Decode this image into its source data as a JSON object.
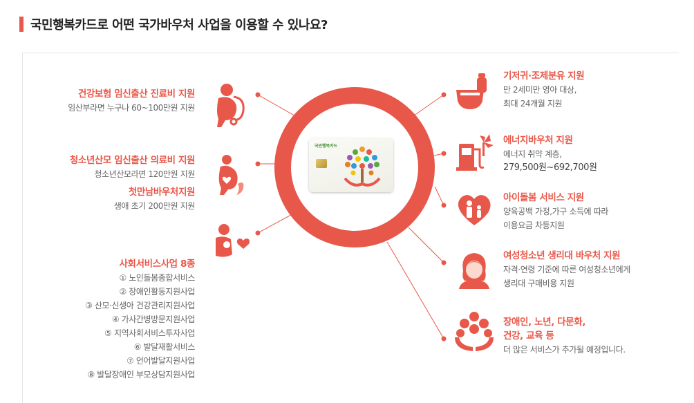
{
  "heading": "국민행복카드로 어떤 국가바우처 사업을 이용할 수 있나요?",
  "card_label": "국민행복카드",
  "accent_color": "#e8584a",
  "left": {
    "item1": {
      "title": "건강보험 임신출산 진료비 지원",
      "desc": "임산부라면 누구나 60~100만원 지원",
      "icon": "pregnant-woman-stethoscope-icon"
    },
    "item2": {
      "title": "청소년산모 임신출산 의료비 지원",
      "desc": "청소년산모라면 120만원 지원",
      "icon": "pregnant-heart-icon"
    },
    "item3": {
      "title": "첫만남바우처지원",
      "desc": "생애 초기 200만원 지원"
    },
    "item4": {
      "title": "사회서비스사업 8종",
      "icon": "mother-baby-heart-icon",
      "list": [
        "① 노인돌봄종합서비스",
        "② 장애인활동지원사업",
        "③ 산모·신생아 건강관리지원사업",
        "④ 가사간병방문지원사업",
        "⑤ 지역사회서비스투자사업",
        "⑥ 발달재활서비스",
        "⑦ 언어발달지원사업",
        "⑧ 발달장애인 부모상담지원사업"
      ]
    }
  },
  "right": {
    "item1": {
      "title": "기저귀·조제분유 지원",
      "desc1": "만 2세미만 영아 대상,",
      "desc2": "최대 24개월 지원",
      "icon": "diaper-bottle-icon"
    },
    "item2": {
      "title": "에너지바우처 지원",
      "desc1": "에너지 취약 계층,",
      "desc2": "279,500원~692,700원",
      "icon": "fuel-pump-windmill-icon"
    },
    "item3": {
      "title": "아이돌봄 서비스 지원",
      "desc1": "양육공백 가정,가구 소득에 따라",
      "desc2": "이용요금 차등지원",
      "icon": "parent-child-heart-icon"
    },
    "item4": {
      "title": "여성청소년 생리대 바우처 지원",
      "desc1": "자격·연령 기준에 따른 여성청소년에게",
      "desc2": "생리대 구매비용 지원",
      "icon": "girl-icon"
    },
    "item5": {
      "title1": "장애인, 노년, 다문화,",
      "title2": "건강, 교육 등",
      "desc": "더 많은 서비스가 추가될 예정입니다.",
      "icon": "hands-services-icon"
    }
  }
}
